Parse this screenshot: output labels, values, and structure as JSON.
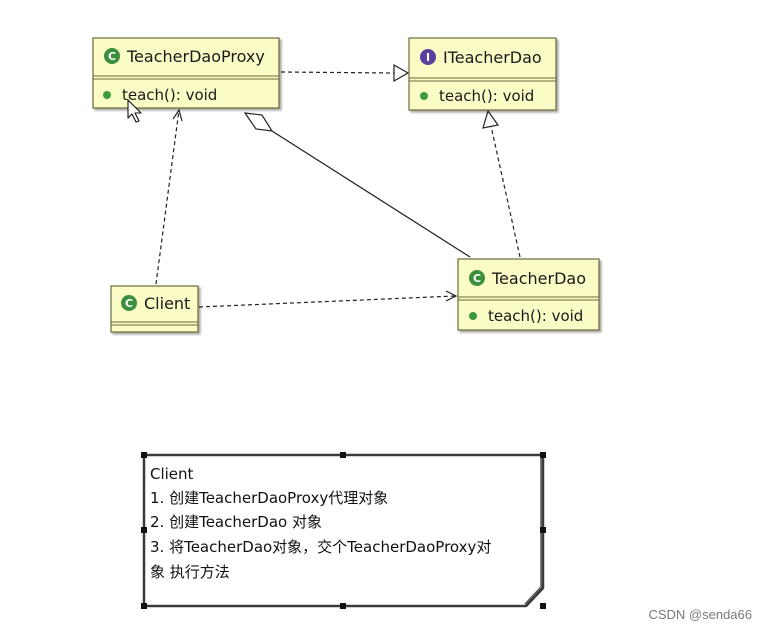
{
  "colors": {
    "class_fill": "#fbfbc6",
    "class_border": "#6b6b3a",
    "class_badge": "#3c8f3c",
    "interface_badge": "#5b3f9e",
    "method_dot": "#3c9a3c",
    "line": "#222222",
    "note_border": "#3a3a3a"
  },
  "classes": {
    "proxy": {
      "name": "TeacherDaoProxy",
      "badge": "C",
      "method": "teach(): void"
    },
    "iface": {
      "name": "ITeacherDao",
      "badge": "I",
      "method": "teach(): void"
    },
    "dao": {
      "name": "TeacherDao",
      "badge": "C",
      "method": "teach(): void"
    },
    "client": {
      "name": "Client",
      "badge": "C"
    }
  },
  "note": {
    "lines": [
      "Client",
      "1. 创建TeacherDaoProxy代理对象",
      "2. 创建TeacherDao 对象",
      "3. 将TeacherDao对象，交个TeacherDaoProxy对",
      "象 执行方法"
    ]
  },
  "watermark": "CSDN @senda66"
}
